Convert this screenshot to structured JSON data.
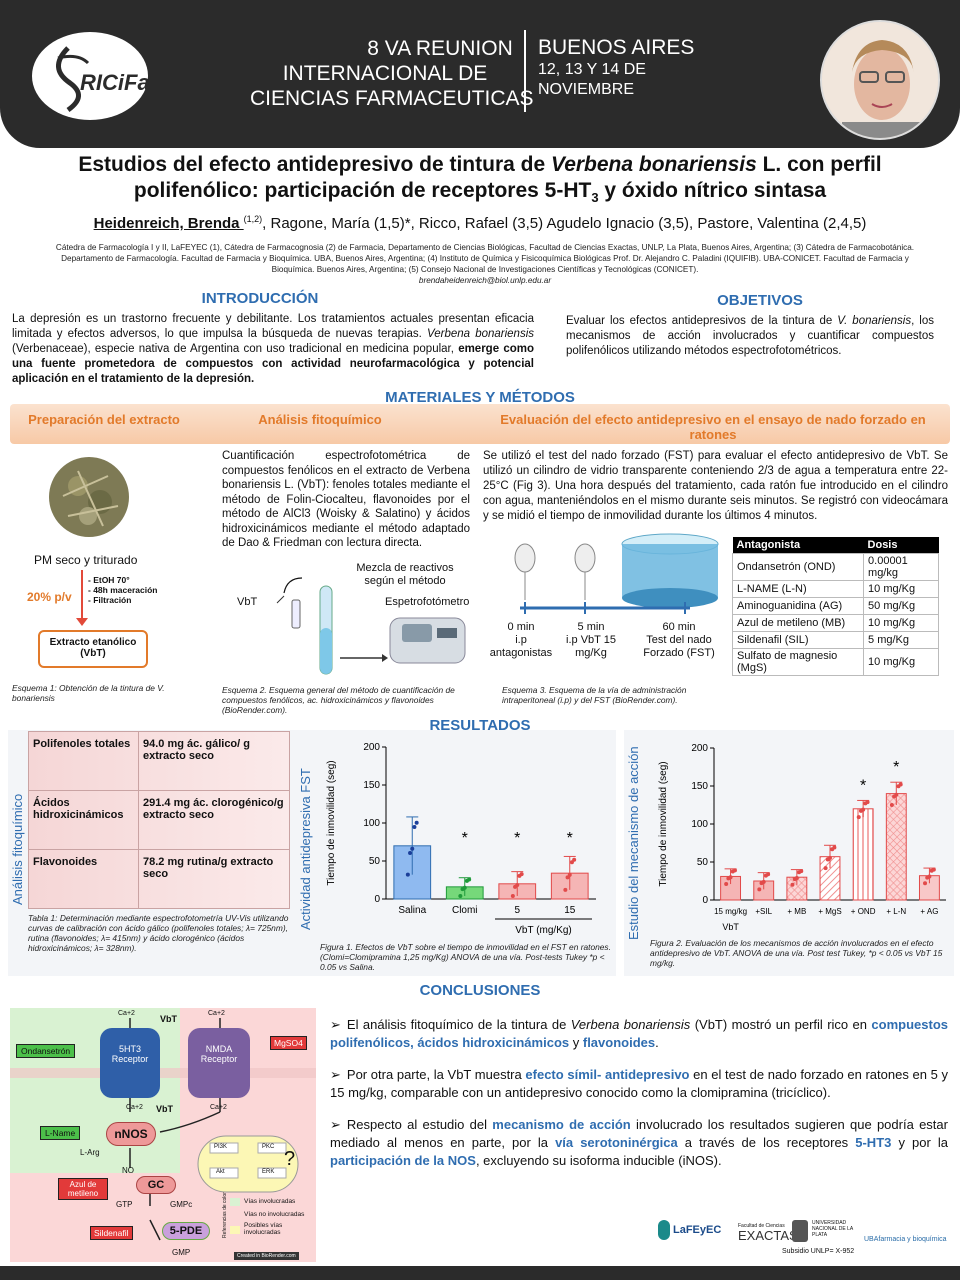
{
  "header": {
    "conf_line1": "8 VA REUNION",
    "conf_line2": "INTERNACIONAL DE",
    "conf_line3": "CIENCIAS FARMACEUTICAS",
    "city": "BUENOS AIRES",
    "dates_line1": "12, 13 Y 14 DE",
    "dates_line2": "NOVIEMBRE",
    "logo_text": "RICiFa"
  },
  "title": {
    "part1": "Estudios del efecto antidepresivo de tintura de ",
    "species": "Verbena bonariensis",
    "part2": " L. con perfil",
    "line2a": "polifenólico: participación de receptores 5-HT",
    "line2sub": "3",
    "line2b": " y óxido nítrico sintasa"
  },
  "authors": {
    "main": "Heidenreich, Brenda ",
    "main_sup": "(1,2)",
    "rest": ", Ragone, María (1,5)*, Ricco, Rafael (3,5) Agudelo Ignacio (3,5), Pastore, Valentina (2,4,5)"
  },
  "affiliations": "Cátedra de Farmacología I y II, LaFEYEC (1), Cátedra de Farmacognosia (2) de Farmacia, Departamento de Ciencias Biológicas, Facultad de Ciencias Exactas, UNLP, La Plata, Buenos Aires, Argentina; (3) Cátedra de Farmacobotánica. Departamento de Farmacología. Facultad de Farmacia y Bioquímica. UBA, Buenos Aires, Argentina; (4) Instituto de Química y Fisicoquímica Biológicas Prof. Dr. Alejandro C. Paladini (IQUIFIB). UBA-CONICET. Facultad de Farmacia y Bioquímica. Buenos Aires, Argentina; (5) Consejo Nacional de Investigaciones Científicas y Tecnológicas (CONICET).",
  "email": "brendaheidenreich@biol.unlp.edu.ar",
  "intro": {
    "heading": "INTRODUCCIÓN",
    "text1": "La depresión es un trastorno frecuente y debilitante. Los tratamientos actuales presentan eficacia limitada y efectos adversos, lo que impulsa la búsqueda de nuevas terapias. ",
    "species": "Verbena bonariensis",
    "text2": " (Verbenaceae), especie nativa de Argentina con uso tradicional en medicina popular, ",
    "bold": "emerge como una fuente prometedora de compuestos con actividad neurofarmacológica y potencial aplicación en el tratamiento de la depresión."
  },
  "objectives": {
    "heading": "OBJETIVOS",
    "text1": "Evaluar los efectos antidepresivos de la tintura de ",
    "species": "V. bonariensis",
    "text2": ", los mecanismos de acción involucrados y cuantificar compuestos polifenólicos utilizando métodos espectrofotométricos."
  },
  "methods": {
    "heading": "MATERIALES Y MÉTODOS",
    "sub1": "Preparación del extracto",
    "sub2": "Análisis fitoquímico",
    "sub3": "Evaluación del efecto antidepresivo en el ensayo de nado forzado en ratones",
    "prep_input": "PM seco y triturado",
    "prep_ratio": "20% p/v",
    "prep_steps": [
      "- EtOH 70°",
      "- 48h maceración",
      "- Filtración"
    ],
    "prep_output1": "Extracto etanólico",
    "prep_output2": "(VbT)",
    "scheme1": "Esquema 1: Obtención de la tintura de V. bonariensis",
    "phyto_text": "Cuantificación espectrofotométrica de compuestos fenólicos en el extracto de Verbena bonariensis L. (VbT): fenoles totales mediante el método de Folin-Ciocalteu, flavonoides por el método de AlCl3 (Woisky & Salatino) y ácidos hidroxicinámicos mediante el método adaptado de Dao & Friedman con lectura directa.",
    "mix_label": "Mezcla de reactivos según el método",
    "vbt_label": "VbT",
    "spectro_label": "Espetrofotómetro",
    "scheme2": "Esquema 2. Esquema general del método de cuantificación de compuestos fenólicos, ac. hidroxicinámicos y flavonoides (BioRender.com).",
    "fst_text": "Se utilizó el test del nado forzado (FST) para evaluar el efecto antidepresivo de VbT. Se utilizó un cilindro de vidrio transparente conteniendo 2/3 de agua a temperatura entre 22-25°C (Fig 3). Una hora después del tratamiento, cada ratón fue introducido en el cilindro con agua, manteniéndolos en el mismo durante seis minutos. Se registró con videocámara y se midió el tiempo de inmovilidad durante los últimos 4 minutos.",
    "timeline": [
      {
        "t": "0 min",
        "d1": "i.p",
        "d2": "antagonistas"
      },
      {
        "t": "5 min",
        "d1": "i.p VbT 15",
        "d2": "mg/Kg"
      },
      {
        "t": "60 min",
        "d1": "Test del nado",
        "d2": "Forzado (FST)"
      }
    ],
    "scheme3": "Esquema 3. Esquema de la vía de administración intraperitoneal (i.p) y del FST (BioRender.com).",
    "ant_header": [
      "Antagonista",
      "Dosis"
    ],
    "antagonists": [
      [
        "Ondansetrón (OND)",
        "0.00001 mg/kg"
      ],
      [
        "L-NAME (L-N)",
        "10 mg/Kg"
      ],
      [
        "Aminoguanidina (AG)",
        "50 mg/Kg"
      ],
      [
        "Azul de metileno (MB)",
        "10 mg/Kg"
      ],
      [
        "Sildenafil (SIL)",
        "5 mg/Kg"
      ],
      [
        "Sulfato de magnesio (MgS)",
        "10 mg/Kg"
      ]
    ]
  },
  "results": {
    "heading": "RESULTADOS",
    "phyto_label": "Análisis fitoquímico",
    "phyto_rows": [
      [
        "Polifenoles totales",
        "94.0 mg ác. gálico/ g extracto seco"
      ],
      [
        "Ácidos hidroxicinámicos",
        "291.4 mg ác. clorogénico/g extracto seco"
      ],
      [
        "Flavonoides",
        "78.2 mg rutina/g extracto seco"
      ]
    ],
    "table1": "Tabla 1: Determinación mediante espectrofotometría UV-Vis utilizando curvas de calibración con ácido gálico (polifenoles totales; λ= 725nm), rutina (flavonoides; λ= 415nm) y ácido clorogénico (ácidos hidroxicinámicos; λ= 328nm).",
    "fig1_label": "Actividad antidepresiva FST",
    "fig2_label": "Estudio del mecanismo de acción",
    "fig1": "Figura 1. Efectos de VbT sobre el tiempo de inmovilidad en el FST en ratones. (Clomi=Clomipramina 1,25 mg/Kg) ANOVA de una vía. Post-tests Tukey *p < 0.05 vs Salina.",
    "fig2": "Figura 2. Evaluación de los mecanismos de acción involucrados en el efecto antidepresivo de VbT. ANOVA de una vía. Post test Tukey, *p < 0.05 vs VbT 15 mg/kg."
  },
  "chart_data": [
    {
      "type": "bar",
      "ylabel": "Tiempo de inmovilidad (seg)",
      "ylim": [
        0,
        200
      ],
      "yticks": [
        0,
        50,
        100,
        150,
        200
      ],
      "categories": [
        "Salina",
        "Clomi",
        "5",
        "15"
      ],
      "group_label": "VbT (mg/Kg)",
      "values": [
        70,
        16,
        20,
        34
      ],
      "errors": [
        38,
        12,
        16,
        22
      ],
      "significant": [
        false,
        true,
        true,
        true
      ],
      "colors": [
        "#8fbaf0",
        "#76d87a",
        "#f5b5b5",
        "#f5b5b5"
      ]
    },
    {
      "type": "bar",
      "ylabel": "Tiempo de inmovilidad (seg)",
      "ylim": [
        0,
        200
      ],
      "yticks": [
        0,
        50,
        100,
        150,
        200
      ],
      "categories": [
        "15 mg/kg",
        "+SIL",
        "+ MB",
        "+ MgS",
        "+ OND",
        "+ L-N",
        "+ AG"
      ],
      "group_label": "VbT",
      "values": [
        31,
        25,
        30,
        57,
        120,
        140,
        32
      ],
      "errors": [
        10,
        11,
        10,
        15,
        11,
        15,
        10
      ],
      "significant": [
        false,
        false,
        false,
        false,
        true,
        true,
        false
      ]
    }
  ],
  "conclusions": {
    "heading": "CONCLUSIONES",
    "c1": {
      "a": "El análisis fitoquímico de la tintura de ",
      "b": "Verbena bonariensis",
      "c": " (VbT) mostró un perfil rico en ",
      "d": "compuestos polifenólicos, ácidos hidroxicinámicos",
      "e": " y ",
      "f": "flavonoides",
      "g": "."
    },
    "c2": {
      "a": "Por otra parte, la VbT muestra ",
      "b": "efecto símil- antidepresivo",
      "c": " en el test de nado forzado en ratones en 5 y 15 mg/kg, comparable con un antidepresivo conocido como la clomipramina (tricíclico)."
    },
    "c3": {
      "a": "Respecto al estudio del ",
      "b": "mecanismo de acción",
      "c": " involucrado los resultados sugieren que podría estar mediado al menos en parte, por la ",
      "d": "vía serotoninérgica",
      "e": " a través de los receptores ",
      "f": "5-HT3",
      "g": " y por la ",
      "h": "participación de la NOS",
      "i": ", excluyendo su isoforma inducible (iNOS)."
    }
  },
  "diagram": {
    "ca": "Ca+2",
    "vbt": "VbT",
    "r1": "5HT3 Receptor",
    "r2": "NMDA Receptor",
    "ondansetron": "Ondansetrón",
    "mgso4": "MgSO4",
    "lname": "L-Name",
    "nnos": "nNOS",
    "larg": "L-Arg",
    "no": "NO",
    "azul": "Azul de metileno",
    "gc": "GC",
    "gtp": "GTP",
    "gmpc": "GMPc",
    "sild": "Sildenafil",
    "pde": "5-PDE",
    "gmp": "GMP",
    "pi3k": "PI3K",
    "pkc": "PKC",
    "akt": "Akt",
    "erk": "ERK",
    "q": "?",
    "legend_title": "Referencias de color",
    "legend": [
      "Vías involucradas",
      "Vías no involucradas",
      "Posibles vías involucradas"
    ],
    "credit": "Created in BioRender.com"
  },
  "logos": {
    "lafeyec": "LaFEyEC",
    "exactas_small": "Facultad de Ciencias",
    "exactas": "EXACTAS",
    "unlp": "UNIVERSIDAD NACIONAL DE LA PLATA",
    "uba": "UBAfarmacia y bioquímica",
    "subsidy": "Subsidio UNLP= X-952"
  }
}
